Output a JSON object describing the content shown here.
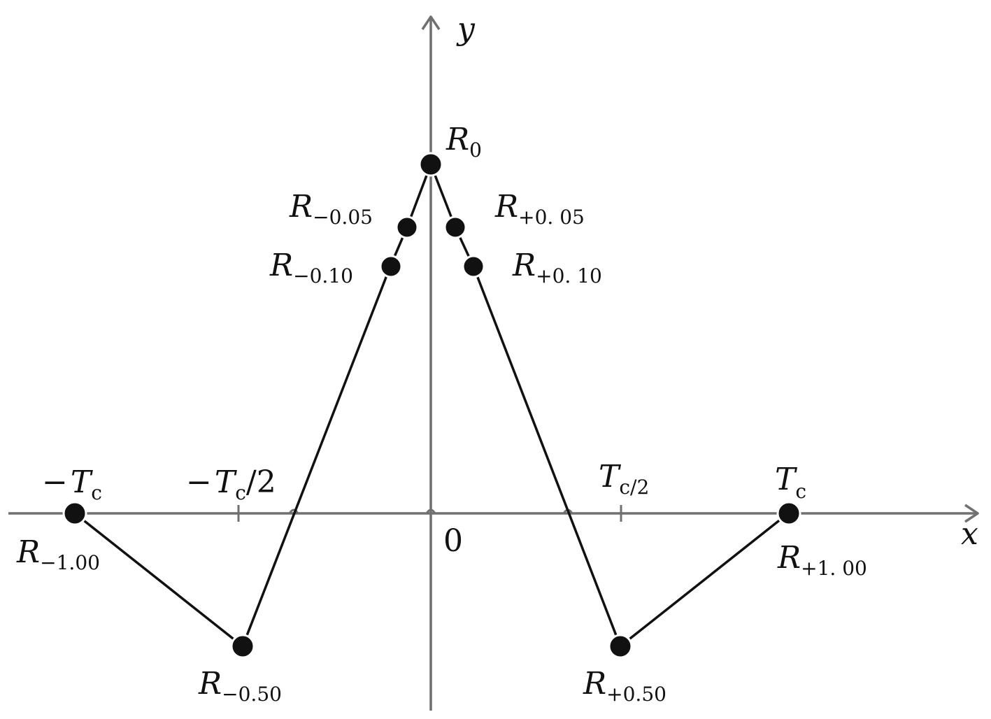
{
  "axes": {
    "x_label": "x",
    "y_label": "y",
    "origin_label": "0",
    "color": "#707070"
  },
  "ticks": {
    "neg_tc": {
      "sign": "−",
      "main": "T",
      "sub": "c",
      "suffix": ""
    },
    "neg_half_tc": {
      "sign": "−",
      "main": "T",
      "sub": "c",
      "suffix": "/2"
    },
    "half_tc": {
      "sign": "",
      "main": "T",
      "sub": "c/2",
      "suffix": ""
    },
    "tc": {
      "sign": "",
      "main": "T",
      "sub": "c",
      "suffix": ""
    }
  },
  "points": {
    "r0": {
      "main": "R",
      "sub": "0"
    },
    "rm005": {
      "main": "R",
      "sub": "−0.05"
    },
    "rm010": {
      "main": "R",
      "sub": "−0.10"
    },
    "rp005": {
      "main": "R",
      "sub": "+0. 05"
    },
    "rp010": {
      "main": "R",
      "sub": "+0. 10"
    },
    "rm050": {
      "main": "R",
      "sub": "−0.50"
    },
    "rp050": {
      "main": "R",
      "sub": "+0.50"
    },
    "rm100": {
      "main": "R",
      "sub": "−1.00"
    },
    "rp100": {
      "main": "R",
      "sub": "+1. 00"
    }
  },
  "colors": {
    "curve": "#111111",
    "point": "#111111",
    "axis": "#707070"
  }
}
